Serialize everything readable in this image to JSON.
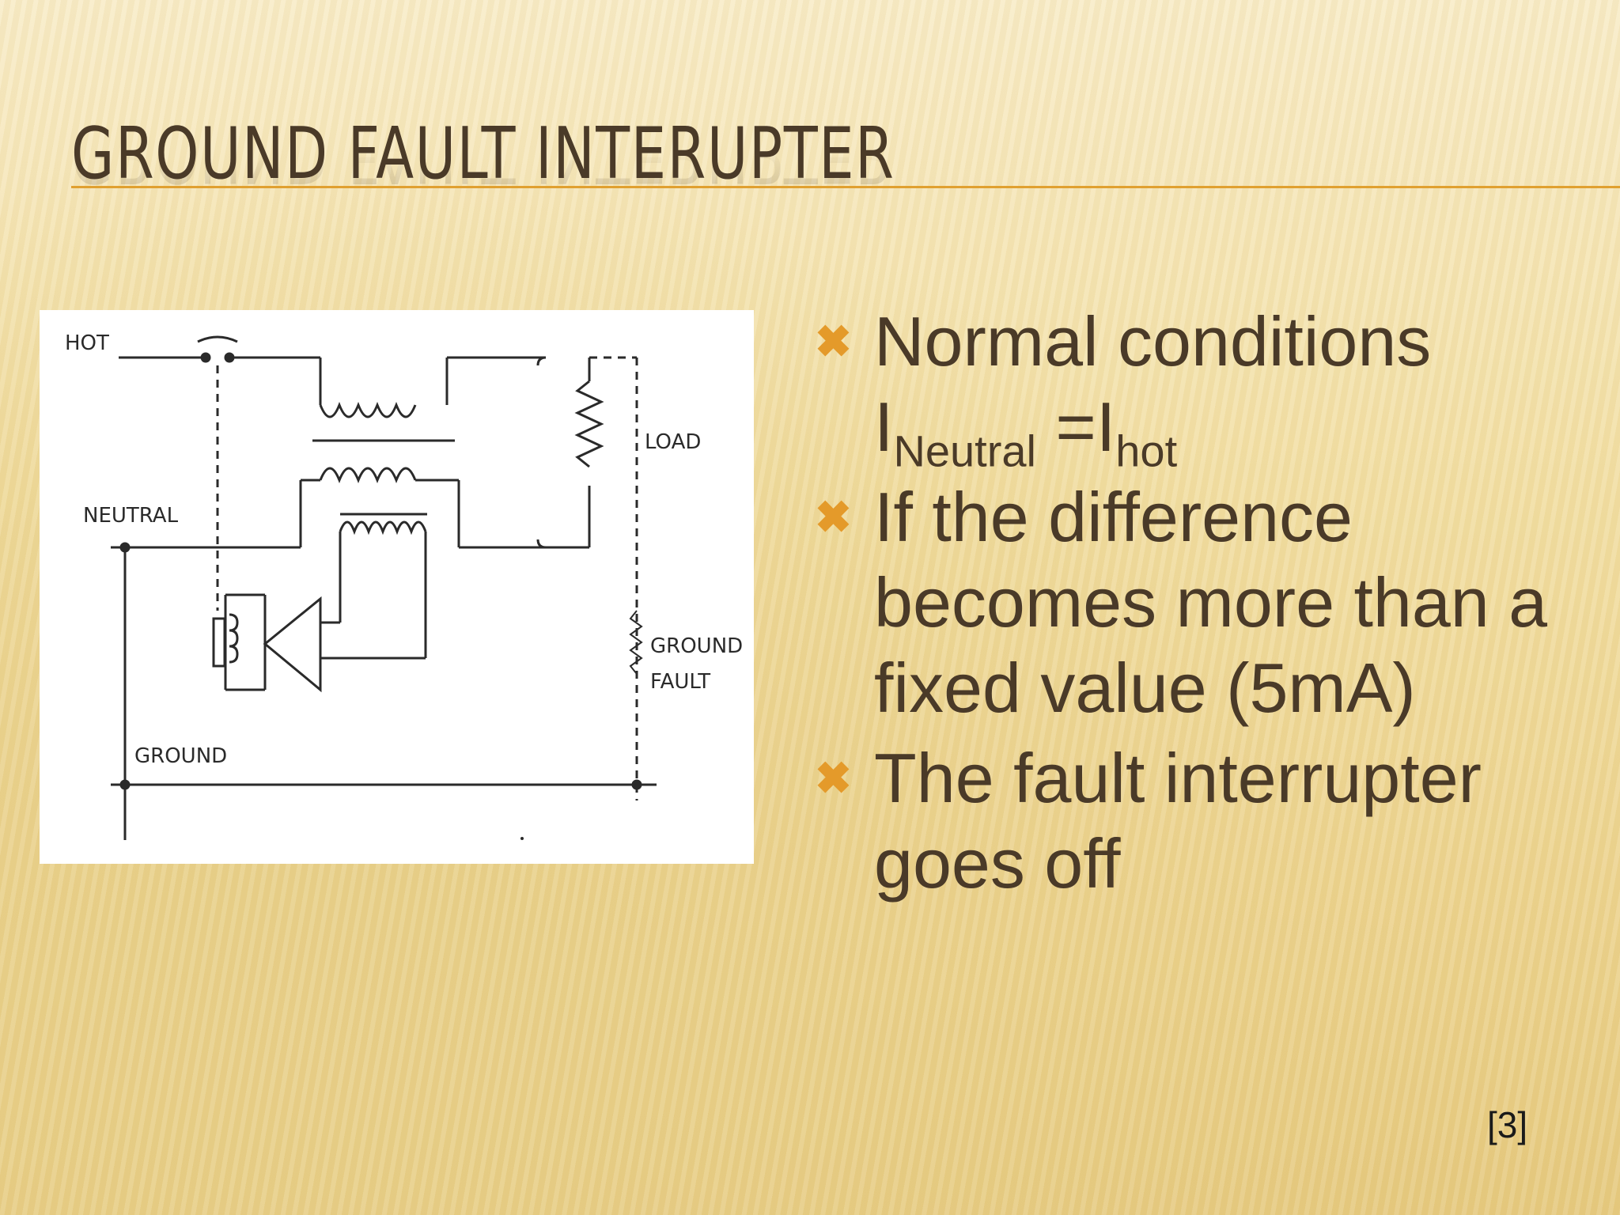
{
  "slide": {
    "title": "GROUND FAULT INTERUPTER",
    "diagram": {
      "labels": {
        "hot": "HOT",
        "neutral": "NEUTRAL",
        "load": "LOAD",
        "ground_fault_line1": "GROUND",
        "ground_fault_line2": "FAULT",
        "ground": "GROUND"
      }
    },
    "bullets": [
      {
        "line1": "Normal conditions",
        "formula_i1": "I",
        "formula_sub1": "Neutral",
        "formula_eq": " =I",
        "formula_sub2": "hot"
      },
      {
        "line1": "If the difference",
        "line2": "becomes more than a",
        "line3": "fixed value (5mA)"
      },
      {
        "line1": "The fault interrupter",
        "line2": "goes off"
      }
    ],
    "bullet_marker": "✖",
    "citation": "[3]",
    "colors": {
      "text": "#4a3a28",
      "accent": "#e49a2a",
      "rule": "#e0a030"
    }
  }
}
